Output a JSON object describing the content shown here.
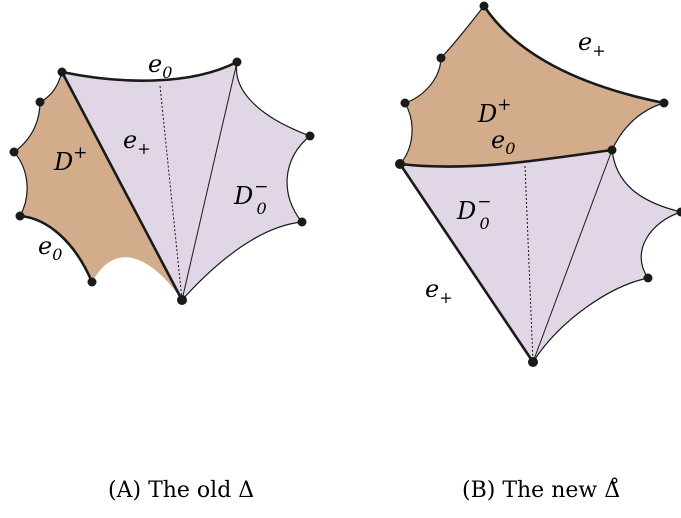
{
  "colors": {
    "tan": "#d3ad8b",
    "lavender": "#e0d6e6",
    "stroke": "#1a1a1a"
  },
  "panel_a": {
    "label_e0_top": "e",
    "label_e0_top_sub": "0",
    "label_e_plus": "e",
    "label_e_plus_sub": "+",
    "label_D_plus": "D",
    "label_D_plus_sup": "+",
    "label_D0_minus": "D",
    "label_D0_minus_sup": "−",
    "label_D0_minus_sub": "0",
    "label_e0_bottom": "e",
    "label_e0_bottom_sub": "0",
    "caption_tag": "(A)",
    "caption_text": "The old Δ"
  },
  "panel_b": {
    "label_e_plus_top": "e",
    "label_e_plus_top_sub": "+",
    "label_D_plus": "D",
    "label_D_plus_sup": "+",
    "label_e0": "e",
    "label_e0_sub": "0",
    "label_D0_minus": "D",
    "label_D0_minus_sup": "−",
    "label_D0_minus_sub": "0",
    "label_e_plus_left": "e",
    "label_e_plus_left_sub": "+",
    "caption_tag": "(B)",
    "caption_text": "The new Δ̊"
  }
}
